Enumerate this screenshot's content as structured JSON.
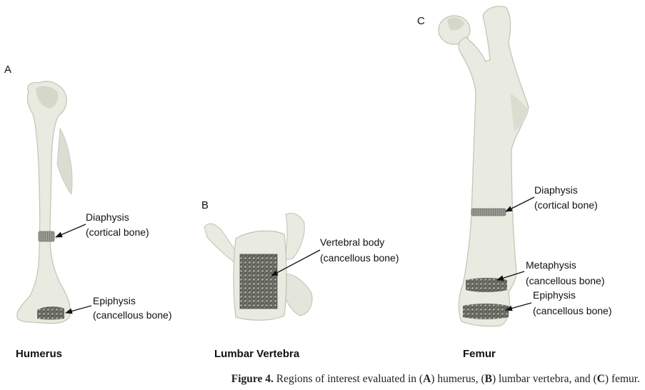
{
  "panels": {
    "a": {
      "letter": "A",
      "name": "Humerus",
      "roi1": {
        "line1": "Diaphysis",
        "line2": "(cortical bone)"
      },
      "roi2": {
        "line1": "Epiphysis",
        "line2": "(cancellous bone)"
      }
    },
    "b": {
      "letter": "B",
      "name": "Lumbar Vertebra",
      "roi1": {
        "line1": "Vertebral body",
        "line2": "(cancellous bone)"
      }
    },
    "c": {
      "letter": "C",
      "name": "Femur",
      "roi1": {
        "line1": "Diaphysis",
        "line2": "(cortical bone)"
      },
      "roi2": {
        "line1": "Metaphysis",
        "line2": "(cancellous bone)"
      },
      "roi3": {
        "line1": "Epiphysis",
        "line2": "(cancellous bone)"
      }
    }
  },
  "caption": {
    "label": "Figure 4.",
    "t1": " Regions of interest evaluated in (",
    "a": "A",
    "t2": ") humerus, (",
    "b": "B",
    "t3": ") lumbar vertebra, and (",
    "c": "C",
    "t4": ") femur."
  },
  "colors": {
    "bone": "#e9eae0",
    "bone_shade": "#cfd0c4",
    "bone_outline": "#c2c3b6",
    "cortical_band": "#8e8f88",
    "cancellous": "#5e5f58",
    "text": "#111111"
  }
}
